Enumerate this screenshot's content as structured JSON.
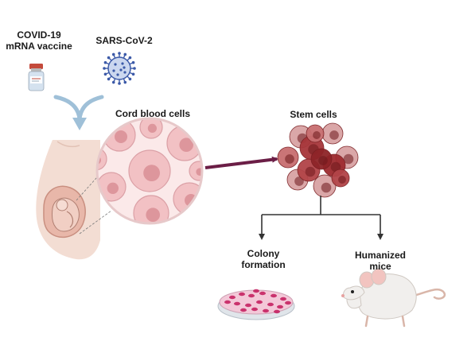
{
  "labels": {
    "vaccine_line1": "COVID-19",
    "vaccine_line2": "mRNA vaccine",
    "virus": "SARS-CoV-2",
    "cord_blood": "Cord blood cells",
    "stem_cells": "Stem cells",
    "colony_line1": "Colony",
    "colony_line2": "formation",
    "mice_line1": "Humanized",
    "mice_line2": "mice"
  },
  "icons": {
    "vaccine": "vaccine-vial-icon",
    "virus": "coronavirus-particle-icon",
    "pregnancy": "pregnant-abdomen-icon",
    "cells": "cord-blood-cells-icon",
    "stem": "stem-cell-cluster-icon",
    "dish": "petri-dish-icon",
    "mouse": "mouse-icon"
  },
  "colors": {
    "arrow_main": "#6b1e46",
    "cell_pink": "#f2c1c4",
    "cell_nucleus": "#d98e95",
    "stem_red": "#9e2b2f",
    "skin": "#f3ddd3",
    "virus_blue": "#3c5aa8",
    "tree_line": "#444444"
  }
}
